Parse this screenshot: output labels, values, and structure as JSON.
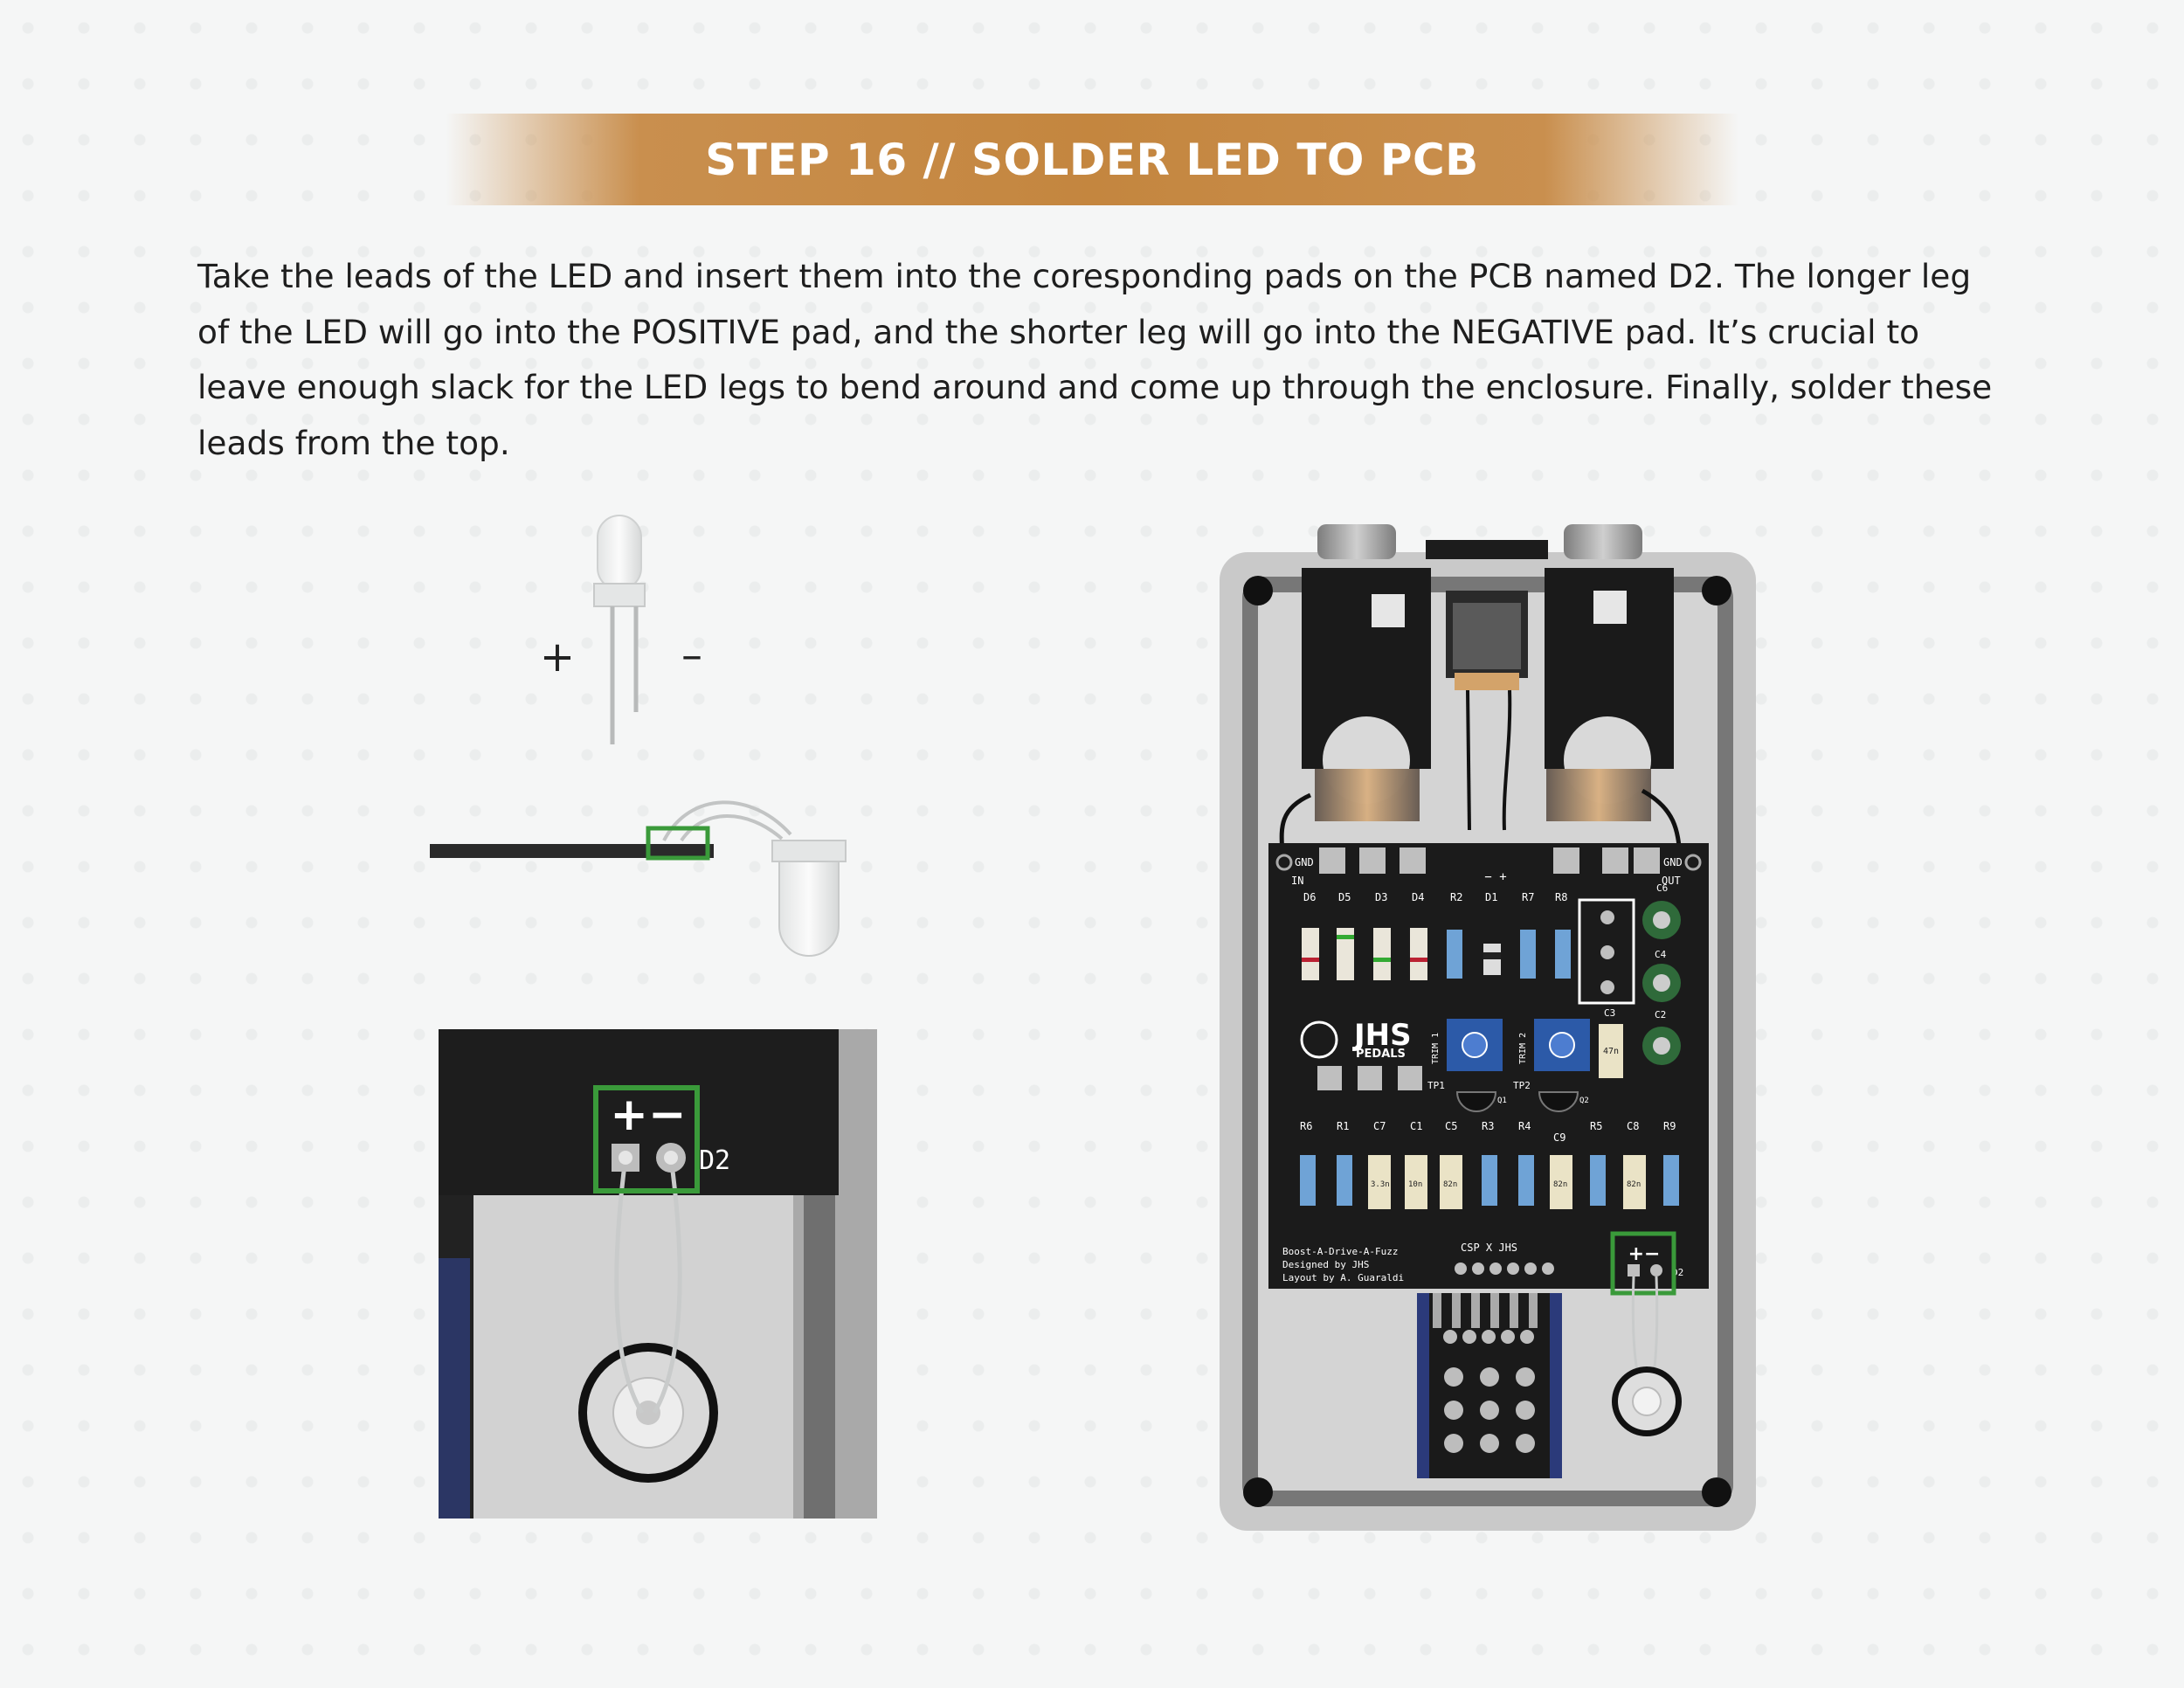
{
  "step": {
    "title": "STEP 16 // SOLDER LED TO PCB",
    "instructions": "Take the leads of the LED and insert them into the coresponding pads on the PCB named D2. The longer leg of the LED will go into the POSITIVE pad, and the shorter leg will go into the NEGATIVE pad. It’s crucial to leave enough slack for the LED legs to bend around and come up through the enclosure. Finally, solder these leads from the top."
  },
  "led_diagram": {
    "positive_symbol": "+",
    "negative_symbol": "–"
  },
  "closeup": {
    "pad_symbols": "+−",
    "pad_label": "D2"
  },
  "pcb": {
    "jack_labels": {
      "gnd_left": "GND",
      "in": "IN",
      "gnd_right": "GND",
      "out": "OUT"
    },
    "dc_labels": "− +",
    "top_labels": [
      "D6",
      "D5",
      "D3",
      "D4",
      "R2",
      "D1",
      "R7",
      "R8"
    ],
    "cap_labels_right": [
      "C6",
      "C4",
      "C3",
      "C2"
    ],
    "logo": "JHS",
    "logo_sub": "PEDALS",
    "trim_labels": [
      "TRIM 1",
      "TRIM 2"
    ],
    "cap_c3_value": "47n",
    "test_points": [
      "TP1",
      "TP2"
    ],
    "transistors": [
      "Q1",
      "Q2"
    ],
    "bottom_labels": [
      "R6",
      "R1",
      "C7",
      "C1",
      "C5",
      "R3",
      "R4",
      "R5",
      "C8",
      "R9"
    ],
    "c9_label": "C9",
    "film_caps": [
      "3.3n",
      "10n",
      "82n",
      "82n",
      "82n"
    ],
    "credits": [
      "Boost-A-Drive-A-Fuzz",
      "Designed by JHS",
      "Layout by A. Guaraldi"
    ],
    "collab": "CSP X JHS",
    "led_pad_symbols": "+−",
    "led_pad_label": "D2"
  },
  "colors": {
    "banner": "#c4863f",
    "highlight_box": "#3a9a3a",
    "pcb": "#1b1b1b",
    "enclosure": "#c8c8c8"
  }
}
